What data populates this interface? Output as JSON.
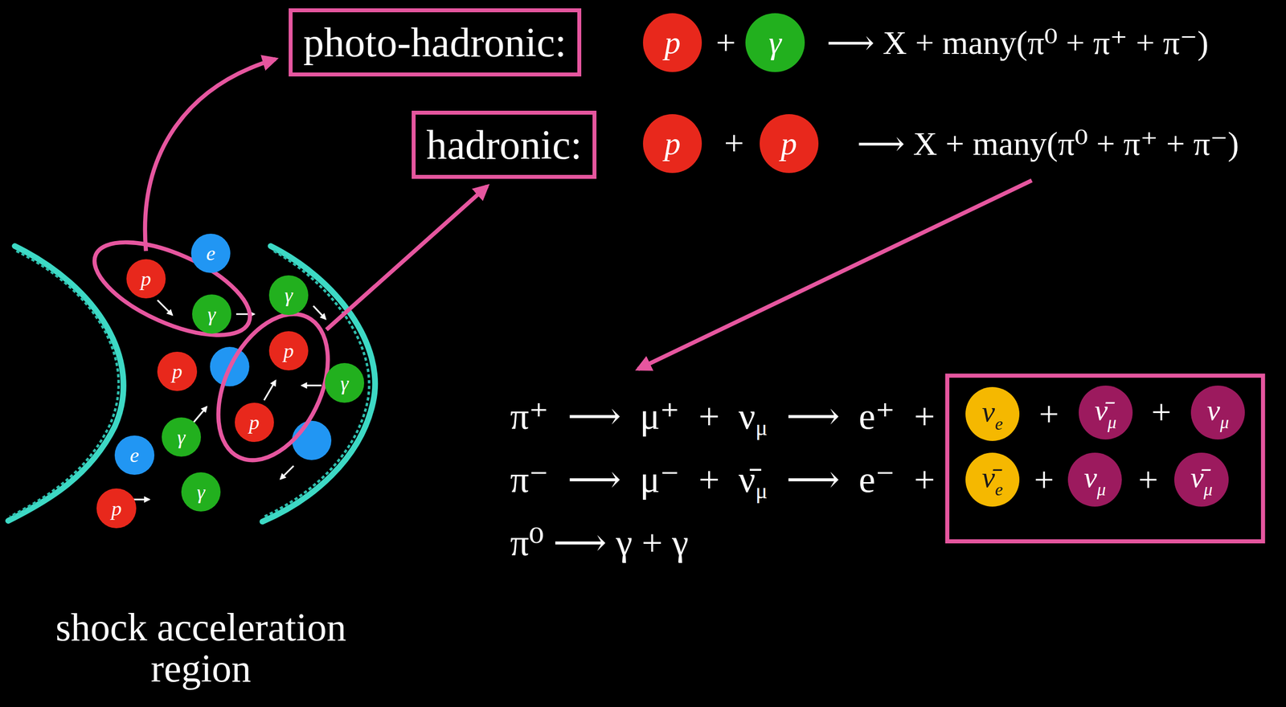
{
  "diagram": {
    "nodes": [
      {
        "text": [
          "photo-hadronic:"
        ]
      },
      {
        "text": [
          "p"
        ]
      },
      {
        "text": [
          "γ"
        ]
      },
      {
        "text": [
          "hadronic:"
        ]
      },
      {
        "text": [
          "p"
        ]
      },
      {
        "text": [
          "p"
        ]
      },
      {
        "text": [
          "e"
        ]
      },
      {
        "text": [
          "p"
        ]
      },
      {
        "text": [
          "γ"
        ]
      },
      {
        "text": [
          "γ"
        ]
      },
      {
        "text": [
          "p"
        ]
      },
      {
        "text": [
          "p"
        ]
      },
      {
        "text": [
          "γ"
        ]
      },
      {
        "text": [
          "p"
        ]
      },
      {
        "text": [
          "γ"
        ]
      },
      {
        "text": [
          "e"
        ]
      },
      {
        "text": [
          "γ"
        ]
      },
      {
        "text": [
          "p"
        ]
      },
      {
        "text": [
          "ν",
          "e"
        ]
      },
      {
        "text": [
          "ν̄",
          "μ"
        ]
      },
      {
        "text": [
          "ν",
          "μ"
        ]
      },
      {
        "text": [
          "ν̄",
          "e"
        ]
      },
      {
        "text": [
          "ν",
          "μ"
        ]
      },
      {
        "text": [
          "ν̄",
          "μ"
        ]
      }
    ],
    "labels": [
      "+",
      "⟶ X + many(π⁰ + π⁺ + π⁻)",
      "+",
      "⟶ X + many(π⁰ + π⁺ + π⁻)",
      "π⁺",
      "⟶",
      "μ⁺",
      "+",
      "ν",
      "μ",
      "⟶",
      "e⁺",
      "+",
      "+",
      "+",
      "π⁻",
      "⟶",
      "μ⁻",
      "+",
      "ν̄",
      "μ",
      "⟶",
      "e⁻",
      "+",
      "+",
      "+",
      "π⁰ ⟶ γ + γ",
      "shock acceleration region"
    ]
  }
}
